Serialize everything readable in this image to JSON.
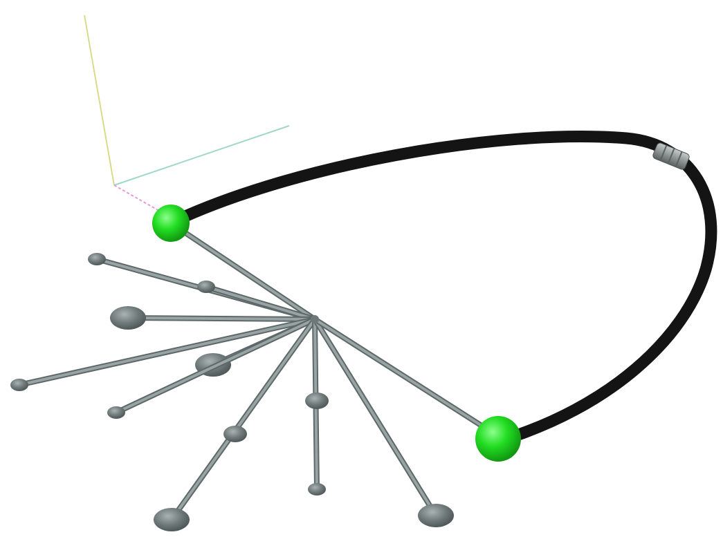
{
  "scene": {
    "background": "#ffffff",
    "colors": {
      "tube": "#141414",
      "tube_connector": "#8f9494",
      "node": "#22dd22",
      "node_highlight": "#8cff8c",
      "rod": "#7f8a8a",
      "rod_shadow": "#5e6868",
      "end_cap": "#6e7878",
      "axis_x": "#9fd8c8",
      "axis_y": "#d8dc8a",
      "axis_z": "#e49ad6"
    },
    "axes": [
      {
        "name": "x-axis"
      },
      {
        "name": "y-axis"
      },
      {
        "name": "z-axis"
      }
    ],
    "nodes": [
      {
        "name": "upper-node"
      },
      {
        "name": "lower-node"
      }
    ],
    "rods": [
      {
        "name": "rod-to-upper-node",
        "cap": "none"
      },
      {
        "name": "rod-upper-left-small",
        "cap": "small"
      },
      {
        "name": "rod-upper-mid",
        "cap": "small"
      },
      {
        "name": "rod-left-large",
        "cap": "large"
      },
      {
        "name": "rod-far-left",
        "cap": "small"
      },
      {
        "name": "rod-left-mid",
        "cap": "large"
      },
      {
        "name": "rod-left-lower",
        "cap": "small"
      },
      {
        "name": "rod-down-left-long",
        "cap": "large"
      },
      {
        "name": "rod-down-center",
        "cap": "small"
      },
      {
        "name": "rod-down-right",
        "cap": "large"
      },
      {
        "name": "rod-to-lower-node",
        "cap": "none"
      }
    ]
  }
}
